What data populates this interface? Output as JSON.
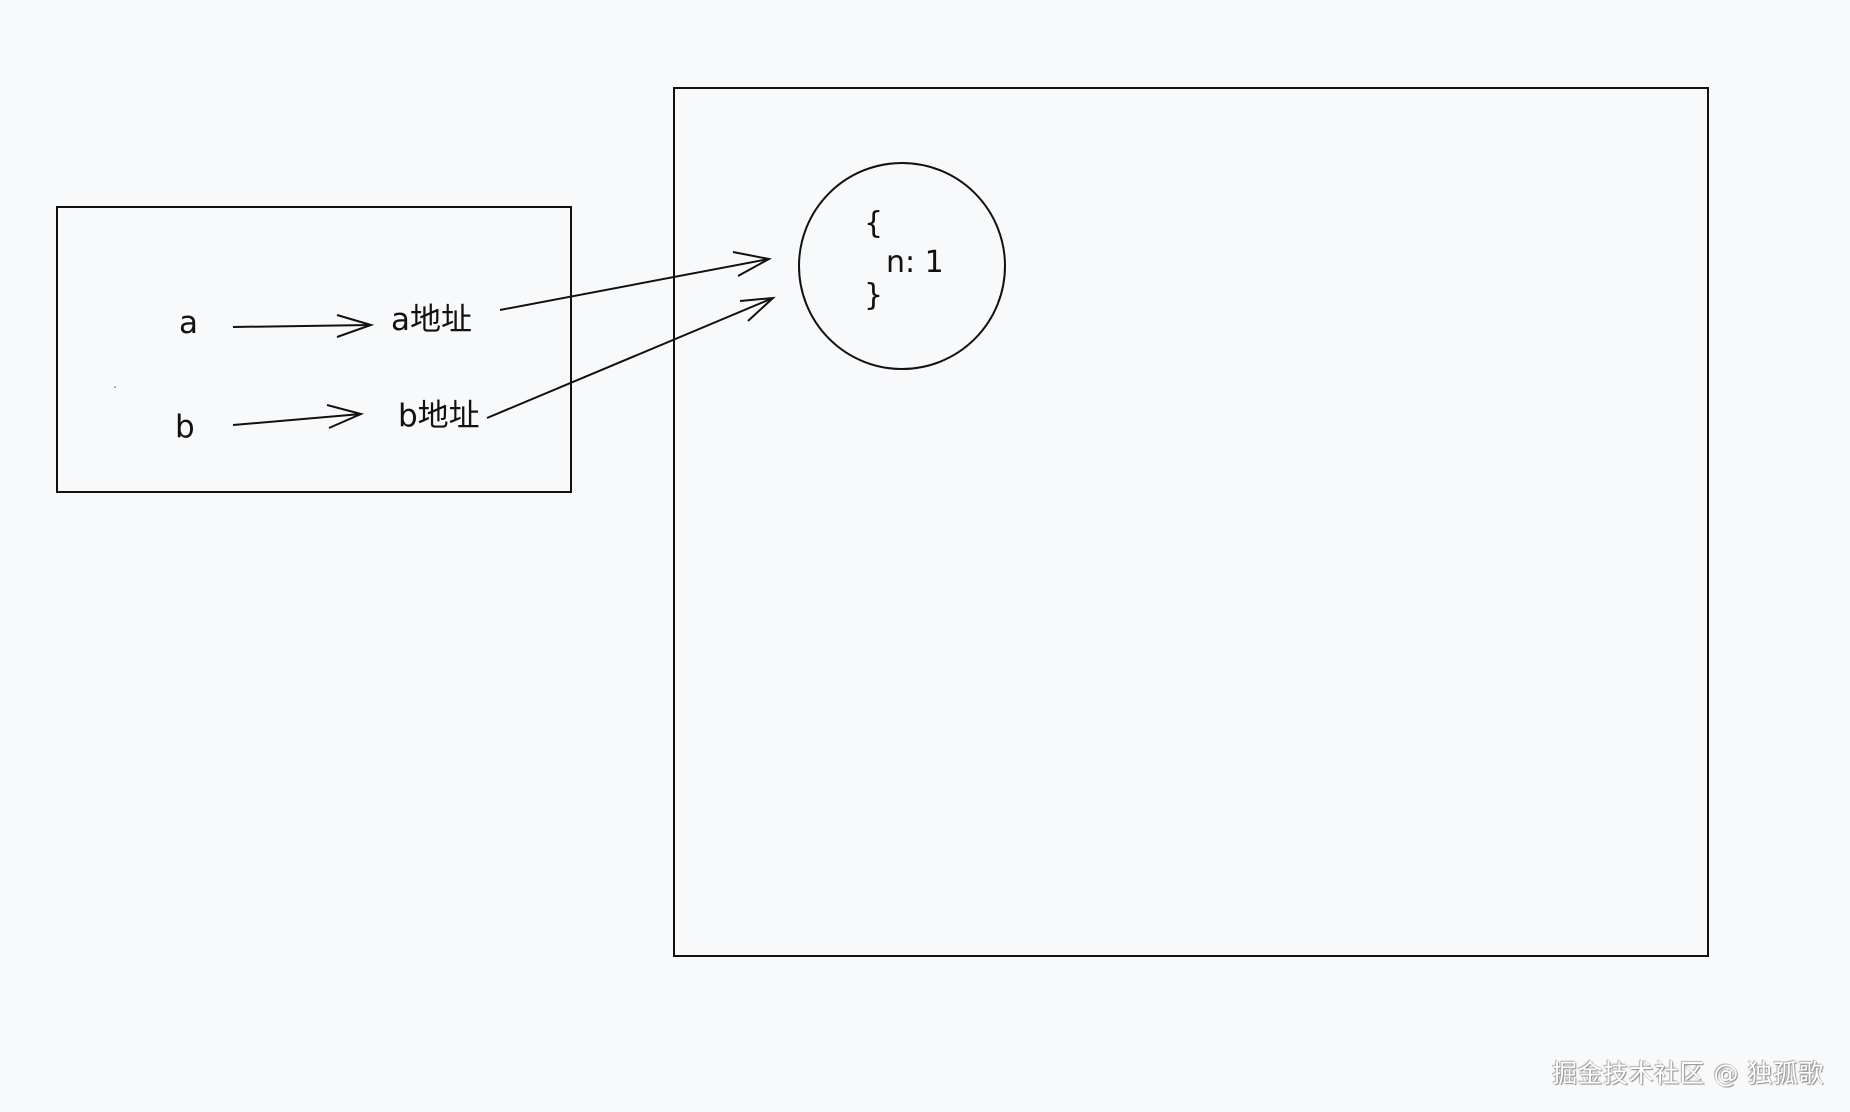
{
  "stack": {
    "var_a": "a",
    "var_b": "b",
    "addr_a": "a地址",
    "addr_b": "b地址"
  },
  "heap": {
    "object_open": "{",
    "object_entry": "n: 1",
    "object_close": "}"
  },
  "watermark": "掘金技术社区 @ 独孤歌",
  "colors": {
    "background": "#f8f9fb",
    "stroke": "#111111"
  }
}
